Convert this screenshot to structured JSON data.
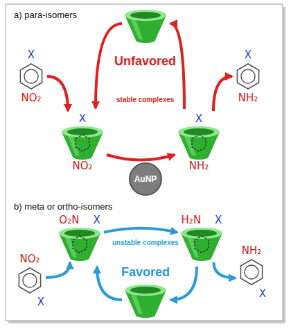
{
  "diagram": {
    "nodes": [
      {
        "text": [
          "X",
          "NO₂"
        ]
      },
      {
        "text": [
          "X",
          "NH₂"
        ]
      },
      {
        "text": [
          "X",
          "NO₂"
        ]
      },
      {
        "text": [
          "X",
          "NH₂"
        ]
      },
      {
        "text": [
          "AuNP"
        ]
      },
      {
        "text": [
          "O₂N",
          "X"
        ]
      },
      {
        "text": [
          "H₂N",
          "X"
        ]
      },
      {
        "text": [
          "NO₂",
          "X"
        ]
      },
      {
        "text": [
          "NH₂",
          "X"
        ]
      }
    ],
    "edges": [
      {
        "from": 0,
        "to": 2,
        "arrow": "to"
      },
      {
        "from": 2,
        "to": 3,
        "arrow": "to"
      },
      {
        "from": 3,
        "to": 1,
        "arrow": "to"
      },
      {
        "from": 7,
        "to": 5,
        "arrow": "to"
      },
      {
        "from": 5,
        "to": 6,
        "arrow": "to"
      },
      {
        "from": 6,
        "to": 8,
        "arrow": "to"
      }
    ],
    "labels": [
      "a) para-isomers",
      "Unfavored",
      "stable complexes",
      "b) meta or ortho-isomers",
      "unstable complexes",
      "Favored"
    ]
  }
}
